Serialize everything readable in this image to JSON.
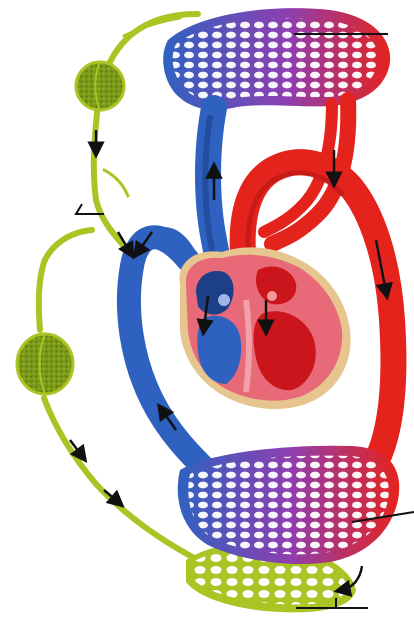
{
  "diagram": {
    "colors": {
      "background": "#ffffff",
      "deoxygenated_blood": "#2f62c0",
      "deoxygenated_dark": "#1c3f88",
      "oxygenated_blood": "#e5231d",
      "oxygenated_dark": "#a81410",
      "capillary_transition": "#8e3fb0",
      "lymph_vessel": "#a9c423",
      "lymph_node": "#6f8a12",
      "heart_muscle": "#e86a78",
      "heart_outline": "#e6c58f",
      "flow_arrow": "#111111",
      "pointer_line": "#111111"
    },
    "structures": [
      {
        "id": "pulmonary-capillary-network",
        "icon": "capillary-mesh"
      },
      {
        "id": "systemic-capillary-network",
        "icon": "capillary-mesh"
      },
      {
        "id": "heart",
        "icon": "heart-cross-section"
      },
      {
        "id": "lymph-node-upper",
        "icon": "lymph-node"
      },
      {
        "id": "lymph-node-lower",
        "icon": "lymph-node"
      },
      {
        "id": "lymphatic-capillary-network",
        "icon": "lymph-mesh"
      }
    ],
    "callout_pointers": [
      "pulmonary-capillaries",
      "lymphatic-vessel",
      "systemic-capillaries",
      "lymphatic-capillaries"
    ]
  }
}
